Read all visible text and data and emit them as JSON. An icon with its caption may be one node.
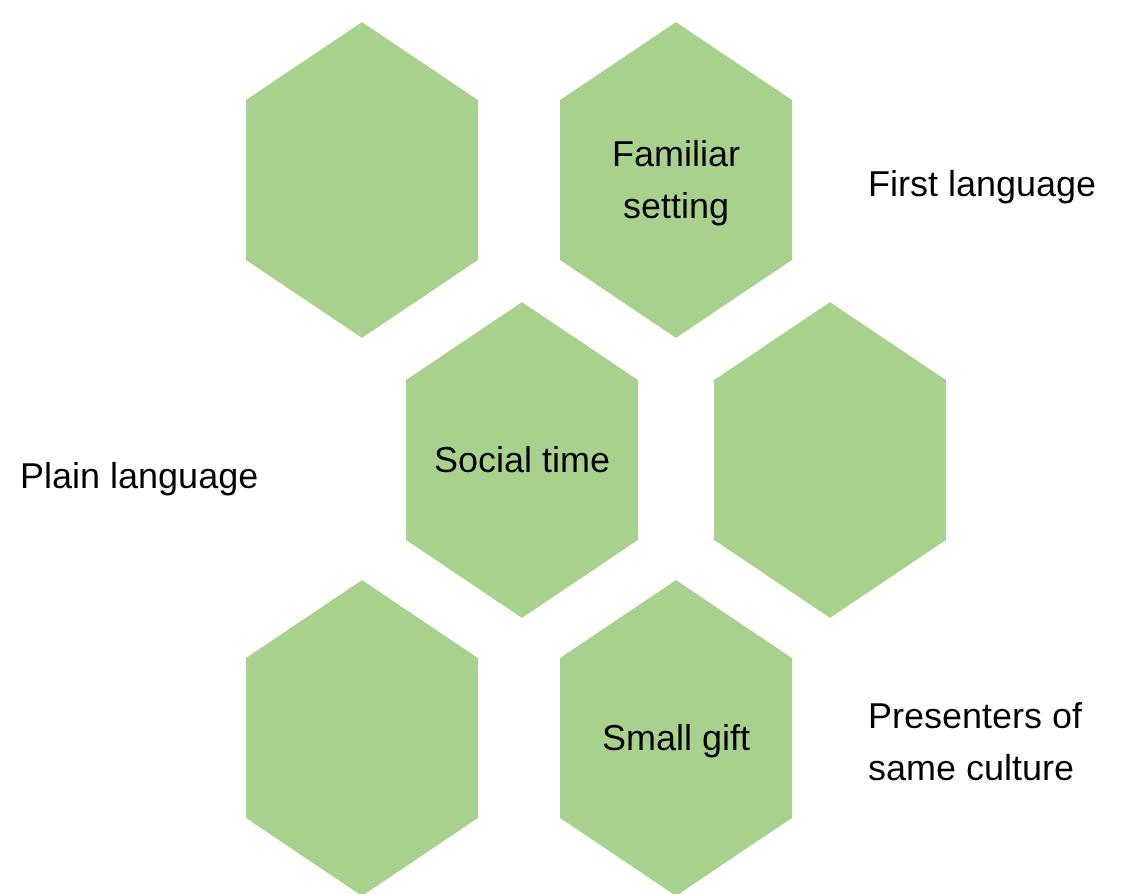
{
  "diagram": {
    "nodes": [
      {
        "text": [],
        "shape": "hexagon"
      },
      {
        "text": [
          "Familiar setting"
        ]
      },
      {
        "text": [
          "Social time"
        ]
      },
      {
        "text": [],
        "shape": "hexagon"
      },
      {
        "text": [],
        "shape": "hexagon"
      },
      {
        "text": [
          "Small gift"
        ]
      }
    ],
    "labels": [
      "First language",
      "Plain language",
      "Presenters of same culture"
    ]
  }
}
